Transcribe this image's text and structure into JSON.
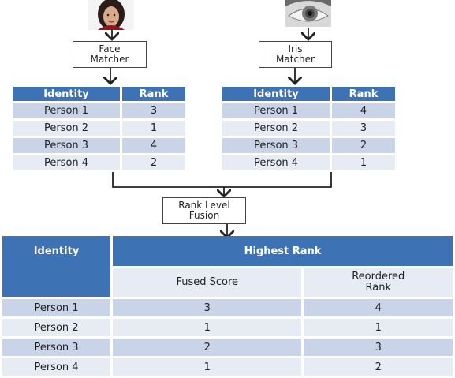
{
  "face_matcher": {
    "label_line1": "Face",
    "label_line2": "Matcher",
    "table": {
      "headers": [
        "Identity",
        "Rank"
      ],
      "rows": [
        [
          "Person 1",
          "3"
        ],
        [
          "Person 2",
          "1"
        ],
        [
          "Person 3",
          "4"
        ],
        [
          "Person 4",
          "2"
        ]
      ]
    }
  },
  "iris_matcher": {
    "label_line1": "Iris",
    "label_line2": "Matcher",
    "table": {
      "headers": [
        "Identity",
        "Rank"
      ],
      "rows": [
        [
          "Person 1",
          "4"
        ],
        [
          "Person 2",
          "3"
        ],
        [
          "Person 3",
          "2"
        ],
        [
          "Person 4",
          "1"
        ]
      ]
    }
  },
  "fusion": {
    "label_line1": "Rank Level",
    "label_line2": "Fusion"
  },
  "fused_table": {
    "identity_header": "Identity",
    "group_header": "Highest Rank",
    "sub_header_1": "Fused Score",
    "sub_header_2_line1": "Reordered",
    "sub_header_2_line2": "Rank",
    "rows": [
      [
        "Person 1",
        "3",
        "4"
      ],
      [
        "Person 2",
        "1",
        "1"
      ],
      [
        "Person 3",
        "2",
        "3"
      ],
      [
        "Person 4",
        "1",
        "2"
      ]
    ]
  },
  "colors": {
    "header_blue": "#3d72b4",
    "row_dark": "#c9d4e8",
    "row_light": "#e6ebf4"
  }
}
